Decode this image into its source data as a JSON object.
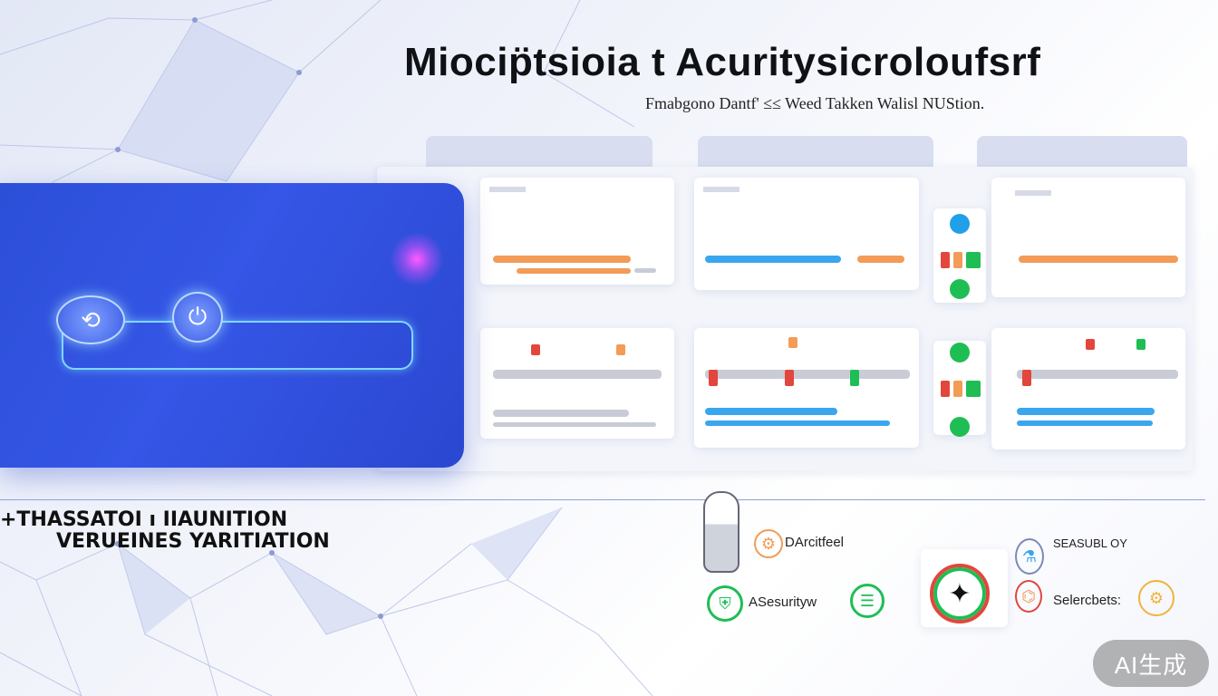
{
  "header": {
    "title": "Miocip̈tsioia t Acuritysicroloufsrf",
    "subtitle": "Fmabgono Dantf' ≤≤ Weed Takken Walisl NUStion."
  },
  "left_caption": {
    "line1": "+THASSATOI ı IIAUNITION",
    "line2": "VERUEINES YARITIATION"
  },
  "features": {
    "architect_label": "DArcitfeel",
    "security_label": "ASesurityw",
    "seasual_label": "SEASUBL OY",
    "selectors_label": "Selercbets:"
  },
  "badge": {
    "label": "AI生成"
  },
  "colors": {
    "panel_blue": "#3556e6",
    "accent_orange": "#f29c58",
    "accent_blue": "#3aa6ee",
    "accent_green": "#1ebe55",
    "accent_red": "#e2463c"
  },
  "icons": [
    "refresh-icon",
    "power-icon",
    "lock-icon",
    "gear-icon",
    "shield-icon",
    "clock-icon",
    "flask-icon",
    "tool-icon"
  ]
}
